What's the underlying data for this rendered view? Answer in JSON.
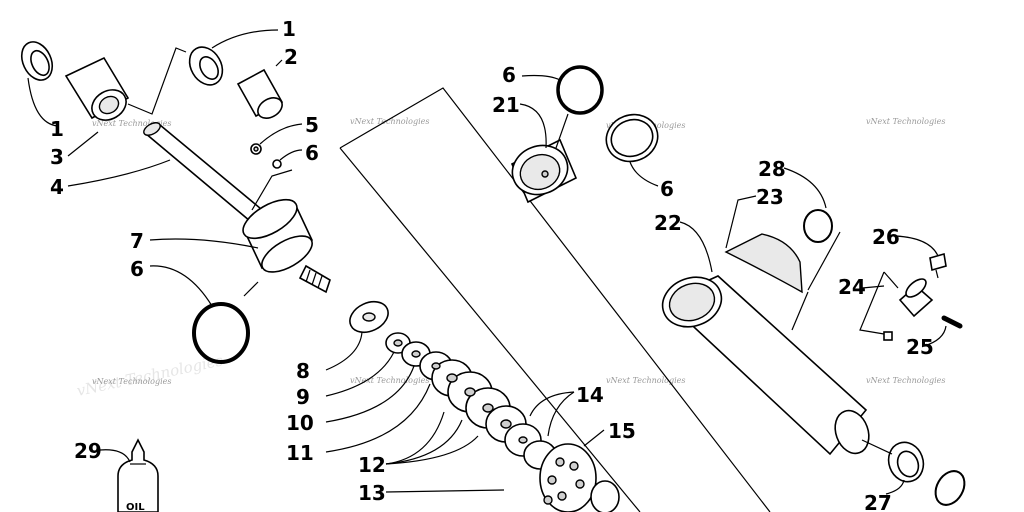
{
  "callouts": [
    {
      "key": "c1a",
      "text": "1"
    },
    {
      "key": "c1b",
      "text": "1"
    },
    {
      "key": "c2",
      "text": "2"
    },
    {
      "key": "c3",
      "text": "3"
    },
    {
      "key": "c4",
      "text": "4"
    },
    {
      "key": "c5",
      "text": "5"
    },
    {
      "key": "c6a",
      "text": "6"
    },
    {
      "key": "c6b",
      "text": "6"
    },
    {
      "key": "c6c",
      "text": "6"
    },
    {
      "key": "c6d",
      "text": "6"
    },
    {
      "key": "c7",
      "text": "7"
    },
    {
      "key": "c8",
      "text": "8"
    },
    {
      "key": "c9",
      "text": "9"
    },
    {
      "key": "c10",
      "text": "10"
    },
    {
      "key": "c11",
      "text": "11"
    },
    {
      "key": "c12",
      "text": "12"
    },
    {
      "key": "c13",
      "text": "13"
    },
    {
      "key": "c14",
      "text": "14"
    },
    {
      "key": "c15",
      "text": "15"
    },
    {
      "key": "c21",
      "text": "21"
    },
    {
      "key": "c22",
      "text": "22"
    },
    {
      "key": "c23",
      "text": "23"
    },
    {
      "key": "c24",
      "text": "24"
    },
    {
      "key": "c25",
      "text": "25"
    },
    {
      "key": "c26",
      "text": "26"
    },
    {
      "key": "c27",
      "text": "27"
    },
    {
      "key": "c28",
      "text": "28"
    },
    {
      "key": "c29",
      "text": "29"
    }
  ],
  "watermark": {
    "text": "vNext Technologies"
  },
  "bottle": {
    "label": "OIL"
  }
}
